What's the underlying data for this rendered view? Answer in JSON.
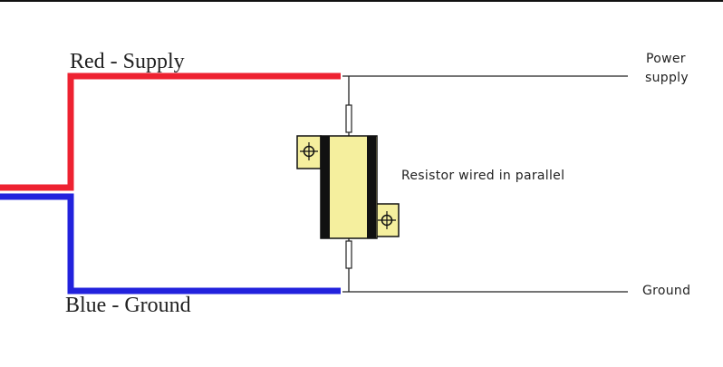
{
  "labels": {
    "red_wire": "Red - Supply",
    "blue_wire": "Blue - Ground",
    "power_line_1": "Power",
    "power_line_2": "supply",
    "ground_line": "Ground",
    "resistor": "Resistor wired in parallel"
  },
  "colors": {
    "supply_wire": "#ee2231",
    "ground_wire": "#2222dd",
    "resistor_body": "#f5ef9e",
    "resistor_edge": "#111111",
    "line": "#222222"
  }
}
